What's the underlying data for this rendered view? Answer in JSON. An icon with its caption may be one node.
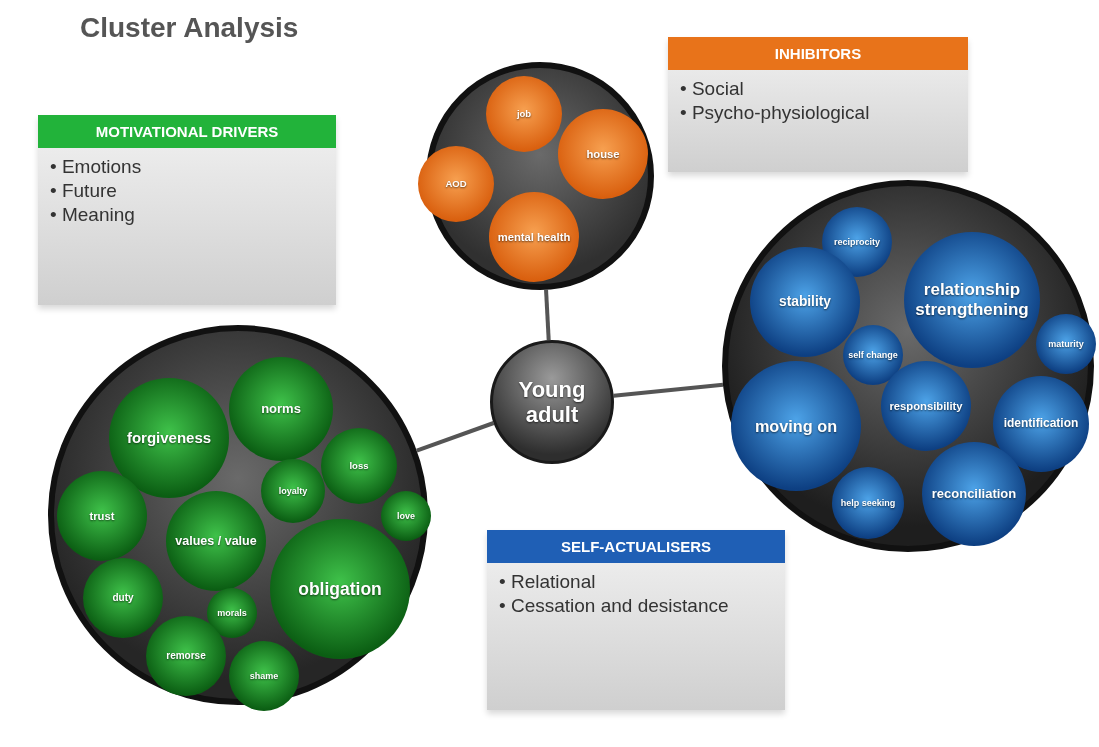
{
  "diagram": {
    "title": "Cluster Analysis",
    "nodes": [
      {
        "text": [
          "MOTIVATIONAL DRIVERS",
          "• Emotions",
          "• Future",
          "• Meaning"
        ]
      },
      {
        "text": [],
        "shape": "circle"
      },
      {
        "text": [
          "job"
        ],
        "in": 1
      },
      {
        "text": [
          "AOD"
        ],
        "in": 1
      },
      {
        "text": [
          "house"
        ],
        "in": 1
      },
      {
        "text": [
          "mental health"
        ],
        "in": 1
      },
      {
        "text": [
          "INHIBITORS",
          "• Social",
          "• Psycho-physiological"
        ]
      },
      {
        "text": [],
        "shape": "circle"
      },
      {
        "text": [
          "reciprocity"
        ],
        "in": 7
      },
      {
        "text": [
          "stability"
        ],
        "in": 7
      },
      {
        "text": [
          "relationship strengthening"
        ],
        "in": 7
      },
      {
        "text": [
          "self change"
        ],
        "in": 7
      },
      {
        "text": [
          "maturity"
        ],
        "in": 7
      },
      {
        "text": [
          "moving on"
        ],
        "in": 7
      },
      {
        "text": [
          "responsibility"
        ],
        "in": 7
      },
      {
        "text": [
          "identification"
        ],
        "in": 7
      },
      {
        "text": [
          "help seeking"
        ],
        "in": 7
      },
      {
        "text": [
          "reconciliation"
        ],
        "in": 7
      },
      {
        "text": [
          "Young adult"
        ]
      },
      {
        "text": [],
        "shape": "circle"
      },
      {
        "text": [
          "norms"
        ],
        "in": 19
      },
      {
        "text": [
          "forgiveness"
        ],
        "in": 19
      },
      {
        "text": [
          "loss"
        ],
        "in": 19
      },
      {
        "text": [
          "loyalty"
        ],
        "in": 19
      },
      {
        "text": [
          "trust"
        ],
        "in": 19
      },
      {
        "text": [
          "values / value"
        ],
        "in": 19
      },
      {
        "text": [
          "love"
        ],
        "in": 19
      },
      {
        "text": [
          "obligation"
        ],
        "in": 19
      },
      {
        "text": [
          "duty"
        ],
        "in": 19
      },
      {
        "text": [
          "morals"
        ],
        "in": 19
      },
      {
        "text": [
          "remorse"
        ],
        "in": 19
      },
      {
        "text": [
          "shame"
        ],
        "in": 19
      },
      {
        "text": [
          "SELF-ACTUALISERS",
          "• Relational",
          "• Cessation and desistance"
        ]
      }
    ],
    "edges": [
      {
        "from": 1,
        "to": 18,
        "arrow": "none"
      },
      {
        "from": 18,
        "to": 19,
        "arrow": "none"
      },
      {
        "from": 18,
        "to": 7,
        "arrow": "none"
      }
    ]
  }
}
